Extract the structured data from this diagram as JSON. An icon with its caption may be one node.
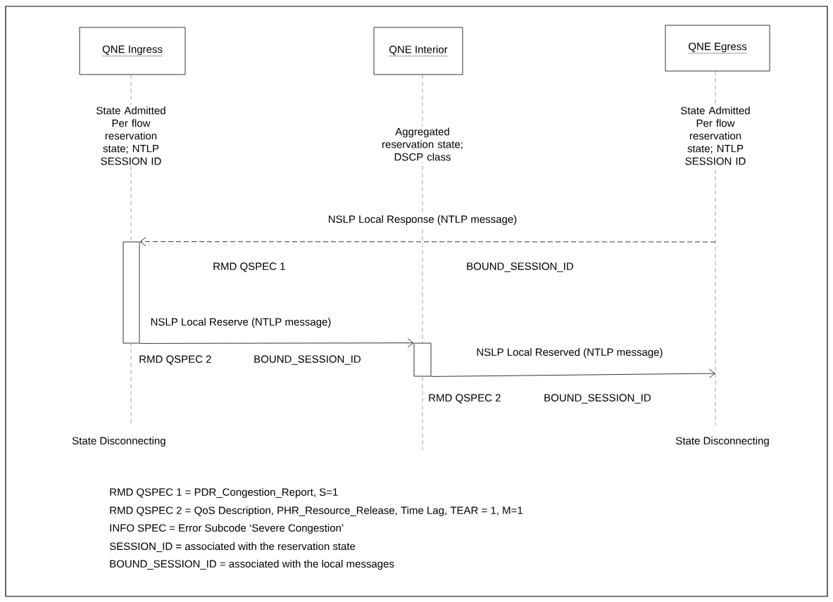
{
  "diagram": {
    "nodes": [
      {
        "text": [
          "QNE Ingress"
        ]
      },
      {
        "text": [
          "QNE Interior"
        ]
      },
      {
        "text": [
          "QNE Egress"
        ]
      },
      {
        "text": [],
        "shape": "bar"
      },
      {
        "text": [],
        "shape": "bar"
      }
    ],
    "edges": [
      {
        "from": null,
        "to": 3,
        "arrow": "to",
        "label": "NSLP Local Response (NTLP message)",
        "style": "dashed"
      },
      {
        "from": 3,
        "to": 4,
        "arrow": "to",
        "label": "NSLP Local Reserve (NTLP message)"
      },
      {
        "from": 4,
        "to": null,
        "arrow": "to",
        "label": "NSLP Local Reserved (NTLP message)"
      }
    ],
    "labels": [
      "State Admitted Per flow reservation state; NTLP SESSION ID",
      "Aggregated reservation state; DSCP class",
      "State Admitted Per flow reservation state; NTLP SESSION ID",
      "RMD QSPEC 1",
      "BOUND_SESSION_ID",
      "RMD QSPEC 2",
      "BOUND_SESSION_ID",
      "RMD QSPEC 2",
      "BOUND_SESSION_ID",
      "State Disconnecting",
      "State Disconnecting",
      "RMD QSPEC 1 = PDR_Congestion_Report, S=1",
      "RMD QSPEC 2 = QoS Description, PHR_Resource_Release, Time Lag, TEAR = 1, M=1",
      "INFO SPEC = Error Subcode ‘Severe Congestion’",
      "SESSION_ID = associated with the reservation state",
      "BOUND_SESSION_ID = associated with the local messages"
    ]
  }
}
